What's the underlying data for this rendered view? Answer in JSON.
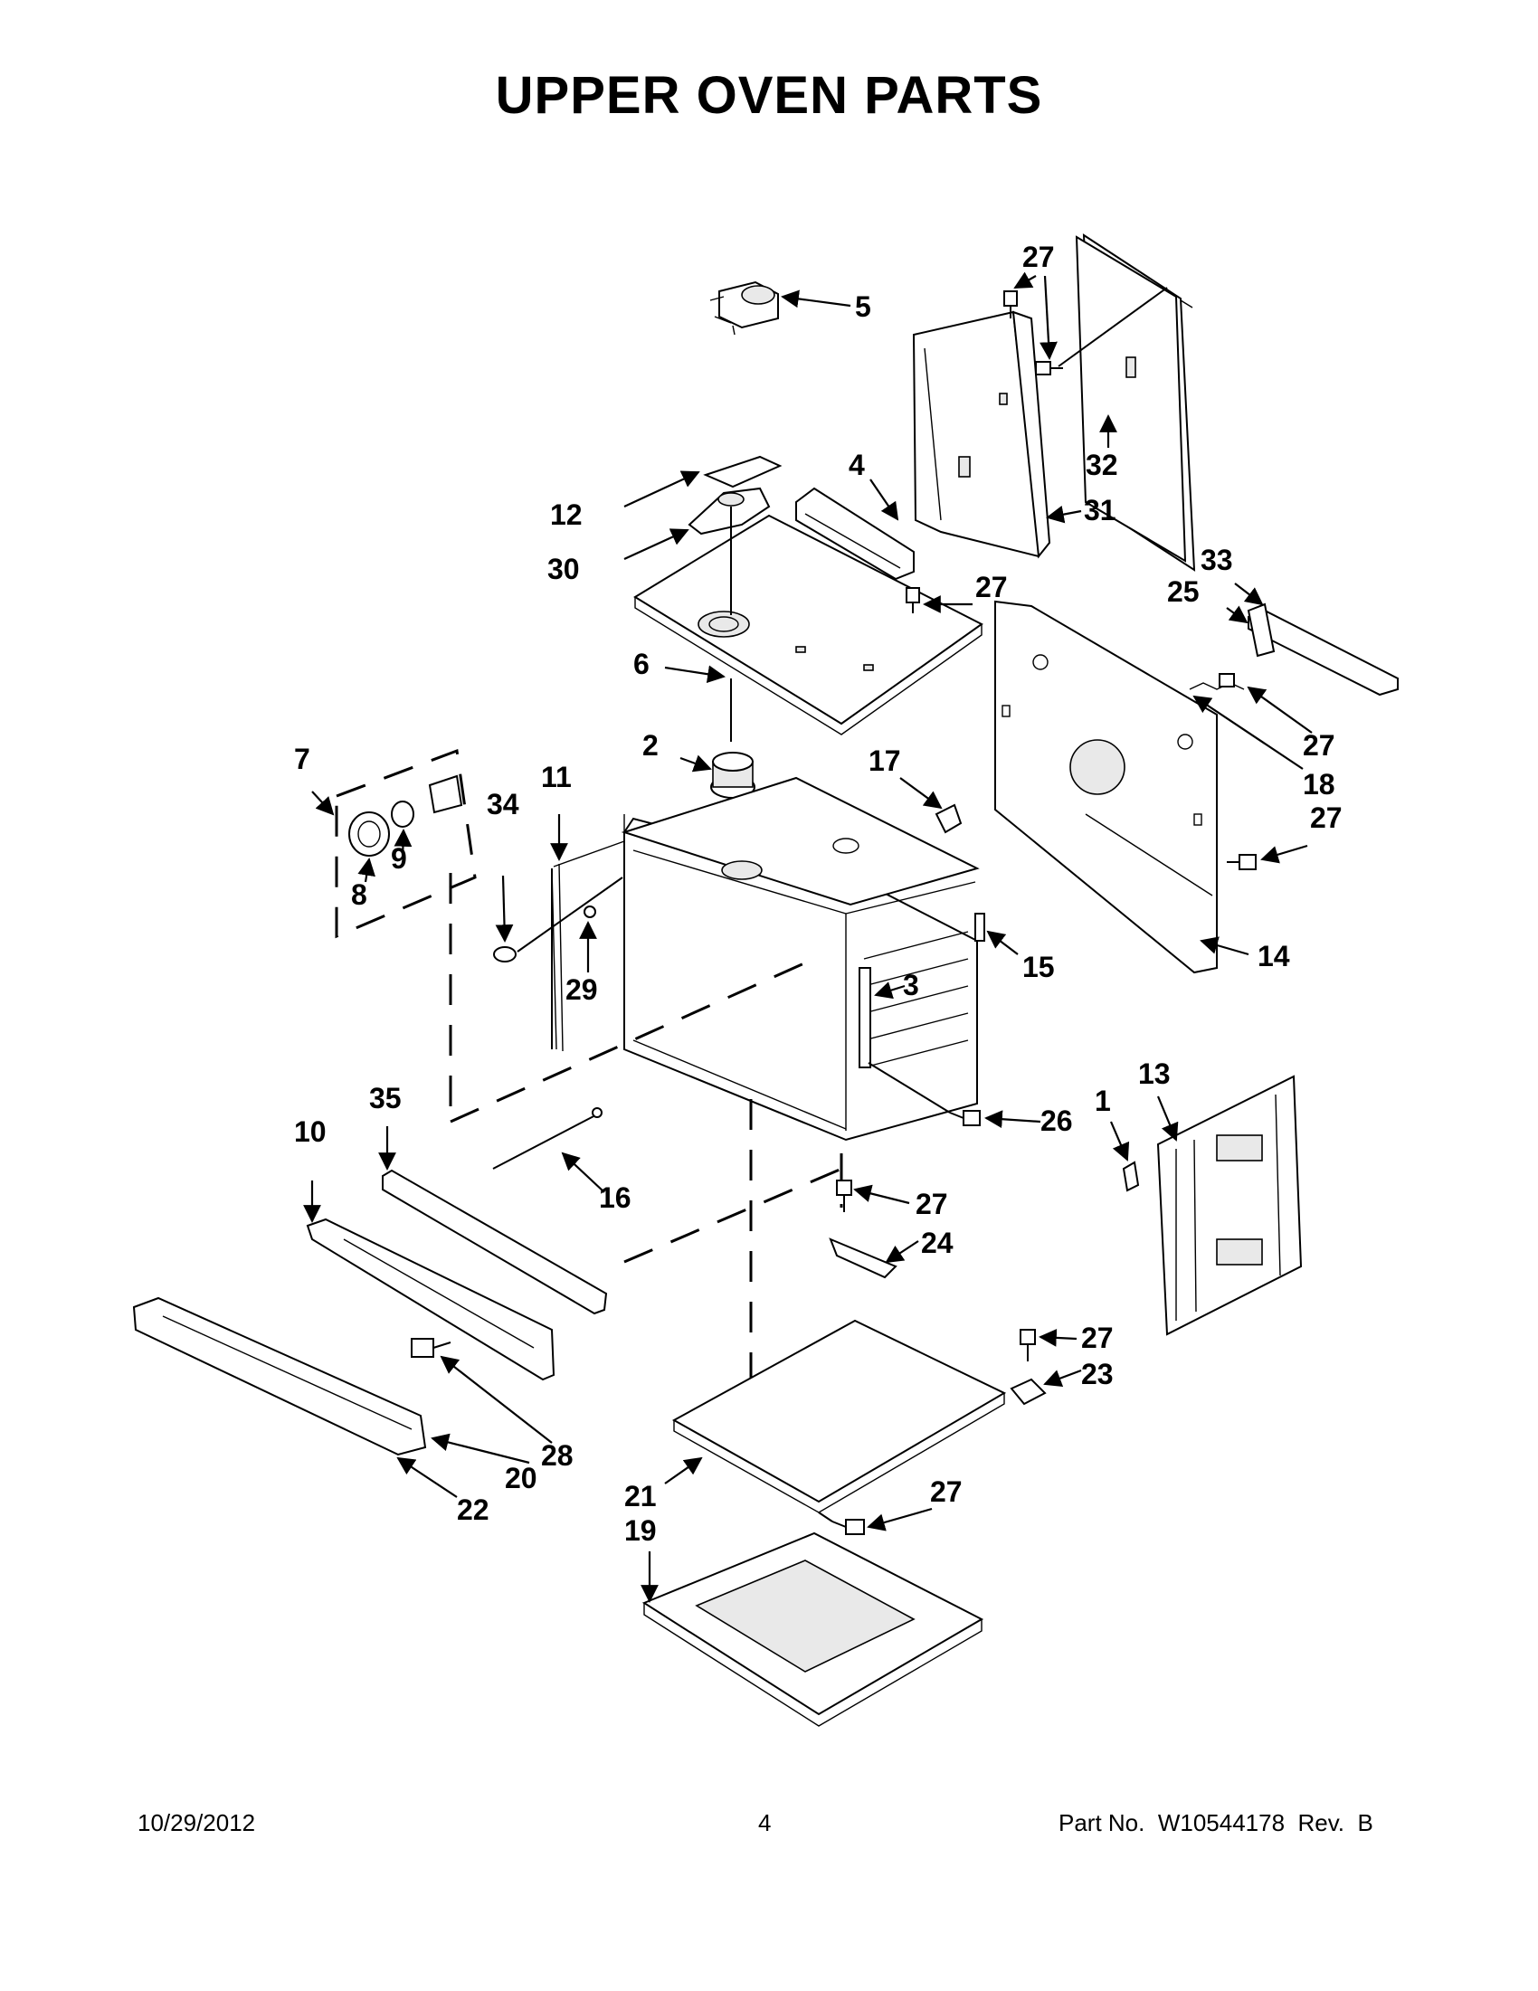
{
  "title": "UPPER OVEN PARTS",
  "footer": {
    "date": "10/29/2012",
    "page": "4",
    "part_number": "Part No.  W10544178  Rev.  B"
  },
  "callouts": {
    "c1": "1",
    "c2": "2",
    "c3": "3",
    "c4": "4",
    "c5": "5",
    "c6": "6",
    "c7": "7",
    "c8": "8",
    "c9": "9",
    "c10": "10",
    "c11": "11",
    "c12": "12",
    "c13": "13",
    "c14": "14",
    "c15": "15",
    "c16": "16",
    "c17": "17",
    "c18": "18",
    "c19": "19",
    "c20": "20",
    "c21": "21",
    "c22": "22",
    "c23": "23",
    "c24": "24",
    "c25": "25",
    "c26": "26",
    "c27": "27",
    "c28": "28",
    "c29": "29",
    "c30": "30",
    "c31": "31",
    "c32": "32",
    "c33": "33",
    "c34": "34",
    "c35": "35"
  }
}
